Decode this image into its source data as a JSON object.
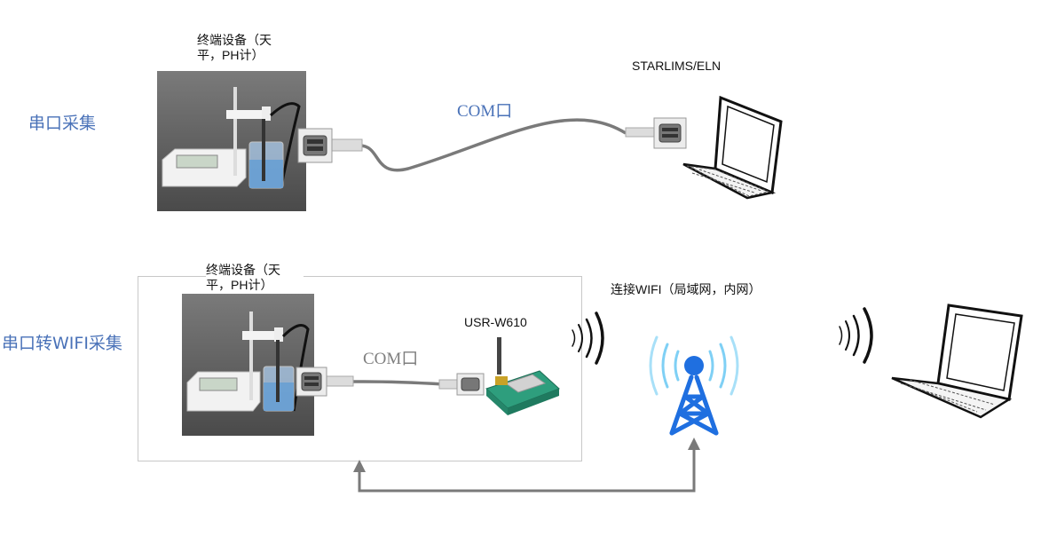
{
  "row1": {
    "section_label": "串口采集",
    "device_label": "终端设备（天平，PH计）",
    "cable_label": "COM口",
    "computer_label": "STARLIMS/ELN"
  },
  "row2": {
    "section_label": "串口转WIFI采集",
    "device_label": "终端设备（天平，PH计）",
    "cable_label": "COM口",
    "module_label": "USR-W610",
    "wifi_label": "连接WIFI（局域网，内网）"
  },
  "colors": {
    "section_blue": "#4a72b8",
    "com_blue": "#4a72b8",
    "com_gray": "#7f7f7f",
    "tower_blue": "#1f6fe0",
    "cable_gray": "#7a7a7a",
    "arrow_gray": "#7a7a7a"
  },
  "icons": [
    "ph-meter-photo",
    "serial-connector-icon",
    "laptop-icon",
    "wifi-waves-icon",
    "antenna-tower-icon",
    "wifi-module-icon"
  ]
}
